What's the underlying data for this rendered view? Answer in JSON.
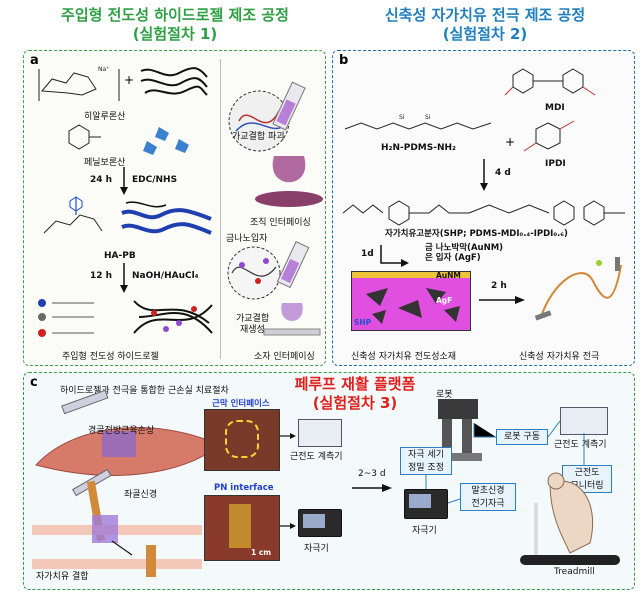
{
  "titles": {
    "left_line1": "주입형 전도성 하이드로젤 제조 공정",
    "left_line2": "(실험절차 1)",
    "right_line1": "신축성 자가치유 전극 제조 공정",
    "right_line2": "(실험절차 2)"
  },
  "panel_a": {
    "label": "a",
    "na": "Na⁺",
    "hyaluronic": "히알루론산",
    "phenylboronic": "페닐보론산",
    "step1_time": "24 h",
    "step1_reagent": "EDC/NHS",
    "ha_pb": "HA-PB",
    "step2_time": "12 h",
    "step2_reagent": "NaOH/HAuCl₄",
    "hydrogel": "주입형 전도성 하이드로젤",
    "crosslink_break": "가교결합 파괴",
    "tissue_interface": "조직 인터페이싱",
    "gold_np": "금나노입자",
    "crosslink_regen_1": "가교결합",
    "crosslink_regen_2": "재생성",
    "device_interface": "소자 인터페이싱"
  },
  "panel_b": {
    "label": "b",
    "mdi": "MDI",
    "ipdi": "IPDI",
    "pdms": "H₂N-PDMS-NH₂",
    "time_4d": "4 d",
    "shp_caption": "자가치유고분자(SHP; PDMS-MDI₀.₄-IPDI₀.₆)",
    "aunm_line": "금 나노박막(AuNM)",
    "agf_line": "은 입자 (AgF)",
    "time_1d": "1d",
    "aunm": "AuNM",
    "agf": "AgF",
    "shp": "SHP",
    "time_2h": "2 h",
    "material_label": "신축성 자가치유 전도성소재",
    "electrode_label": "신축성 자가치유 전극"
  },
  "panel_c": {
    "label": "c",
    "header": "하이드로젤과 전극을 통합한 근손실 치료절차",
    "platform_line1": "페루프 재활 플랫폼",
    "platform_line2": "(실험절차 3)",
    "muscle_injury": "경골전방근육손상",
    "muscle_interface": "근막 인터페이스",
    "emg_meter": "근전도 계측기",
    "sciatic": "좌골신경",
    "pn_interface": "PN interface",
    "scale": "1 cm",
    "self_heal_bond": "자가치유 결합",
    "stimulator": "자극기",
    "days": "2~3 d",
    "robot": "로봇",
    "robot_drive": "로봇 구동",
    "emg_meter2": "근전도 계측기",
    "stim_tune_1": "자극 세기",
    "stim_tune_2": "정밀 조정",
    "emg_monitor_1": "근전도",
    "emg_monitor_2": "모니터링",
    "peripheral_1": "말초신경",
    "peripheral_2": "전기자극",
    "stimulator2": "자극기",
    "treadmill": "Treadmill"
  },
  "colors": {
    "green": "#2ea043",
    "blue": "#1f7fbf",
    "red": "#e0201b",
    "purple": "#8b5cc8",
    "magenta": "#e04be0"
  }
}
